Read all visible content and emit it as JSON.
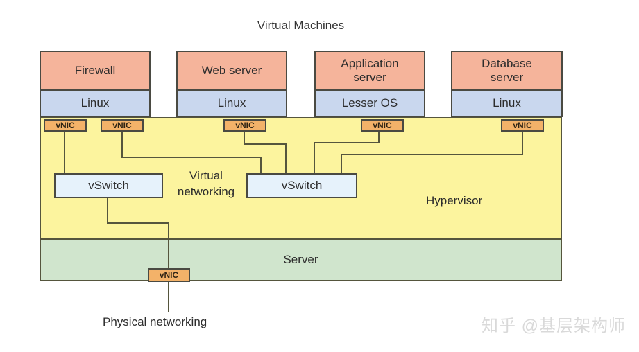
{
  "title": "Virtual Machines",
  "vms": [
    {
      "name": "Firewall",
      "os": "Linux"
    },
    {
      "name": "Web server",
      "os": "Linux"
    },
    {
      "name": "Application server",
      "os": "Lesser OS"
    },
    {
      "name": "Database server",
      "os": "Linux"
    }
  ],
  "vnic_label": "vNIC",
  "vswitch_label": "vSwitch",
  "labels": {
    "virtual_networking": "Virtual networking",
    "hypervisor": "Hypervisor",
    "server": "Server",
    "physical_networking": "Physical networking"
  },
  "watermark": "知乎 @基层架构师",
  "colors": {
    "vm_app_fill": "#f5b49b",
    "vm_os_fill": "#c9d7ee",
    "hypervisor_fill": "#fcf49e",
    "server_fill": "#d0e5cd",
    "vnic_fill": "#f3b269",
    "vswitch_fill": "#e6f2fb",
    "border": "#4a4a42",
    "connector": "#55553d"
  }
}
